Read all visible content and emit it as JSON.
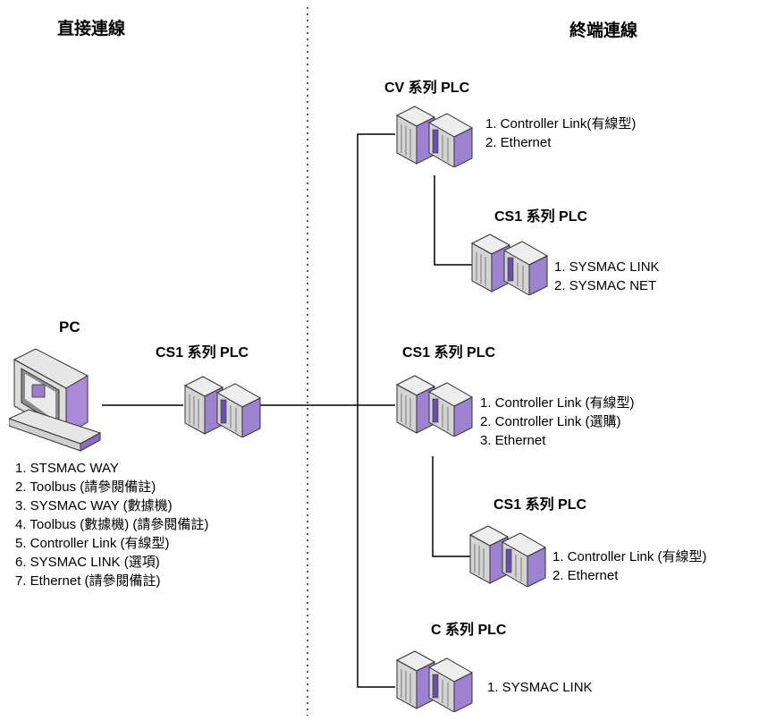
{
  "headers": {
    "direct": "直接連線",
    "terminal": "終端連線"
  },
  "pc": {
    "label": "PC",
    "connections": [
      "1.  STSMAC WAY",
      "2.  Toolbus (請參閱備註)",
      "3.  SYSMAC WAY (數據機)",
      "4.  Toolbus (數據機) (請參閱備註)",
      "5.  Controller Link (有線型)",
      "6.  SYSMAC LINK (選項)",
      "7.  Ethernet (請參閱備註)"
    ]
  },
  "nodes": [
    {
      "title": "CS1 系列 PLC",
      "items": []
    },
    {
      "title": "CV 系列 PLC",
      "items": [
        "1. Controller Link(有線型)",
        "2. Ethernet"
      ]
    },
    {
      "title": "CS1 系列 PLC",
      "items": [
        "1. SYSMAC LINK",
        "2. SYSMAC NET"
      ]
    },
    {
      "title": "CS1 系列 PLC",
      "items": [
        "1. Controller Link (有線型)",
        "2. Controller Link (選購)",
        "3. Ethernet"
      ]
    },
    {
      "title": "CS1 系列 PLC",
      "items": [
        "1. Controller Link (有線型)",
        "2. Ethernet"
      ]
    },
    {
      "title": "C 系列 PLC",
      "items": [
        "1. SYSMAC LINK"
      ]
    }
  ],
  "colors": {
    "accent_purple": "#9d82cf",
    "casing_gray": "#d4d4d4"
  },
  "icons": [
    "pc-icon",
    "plc-icon"
  ]
}
